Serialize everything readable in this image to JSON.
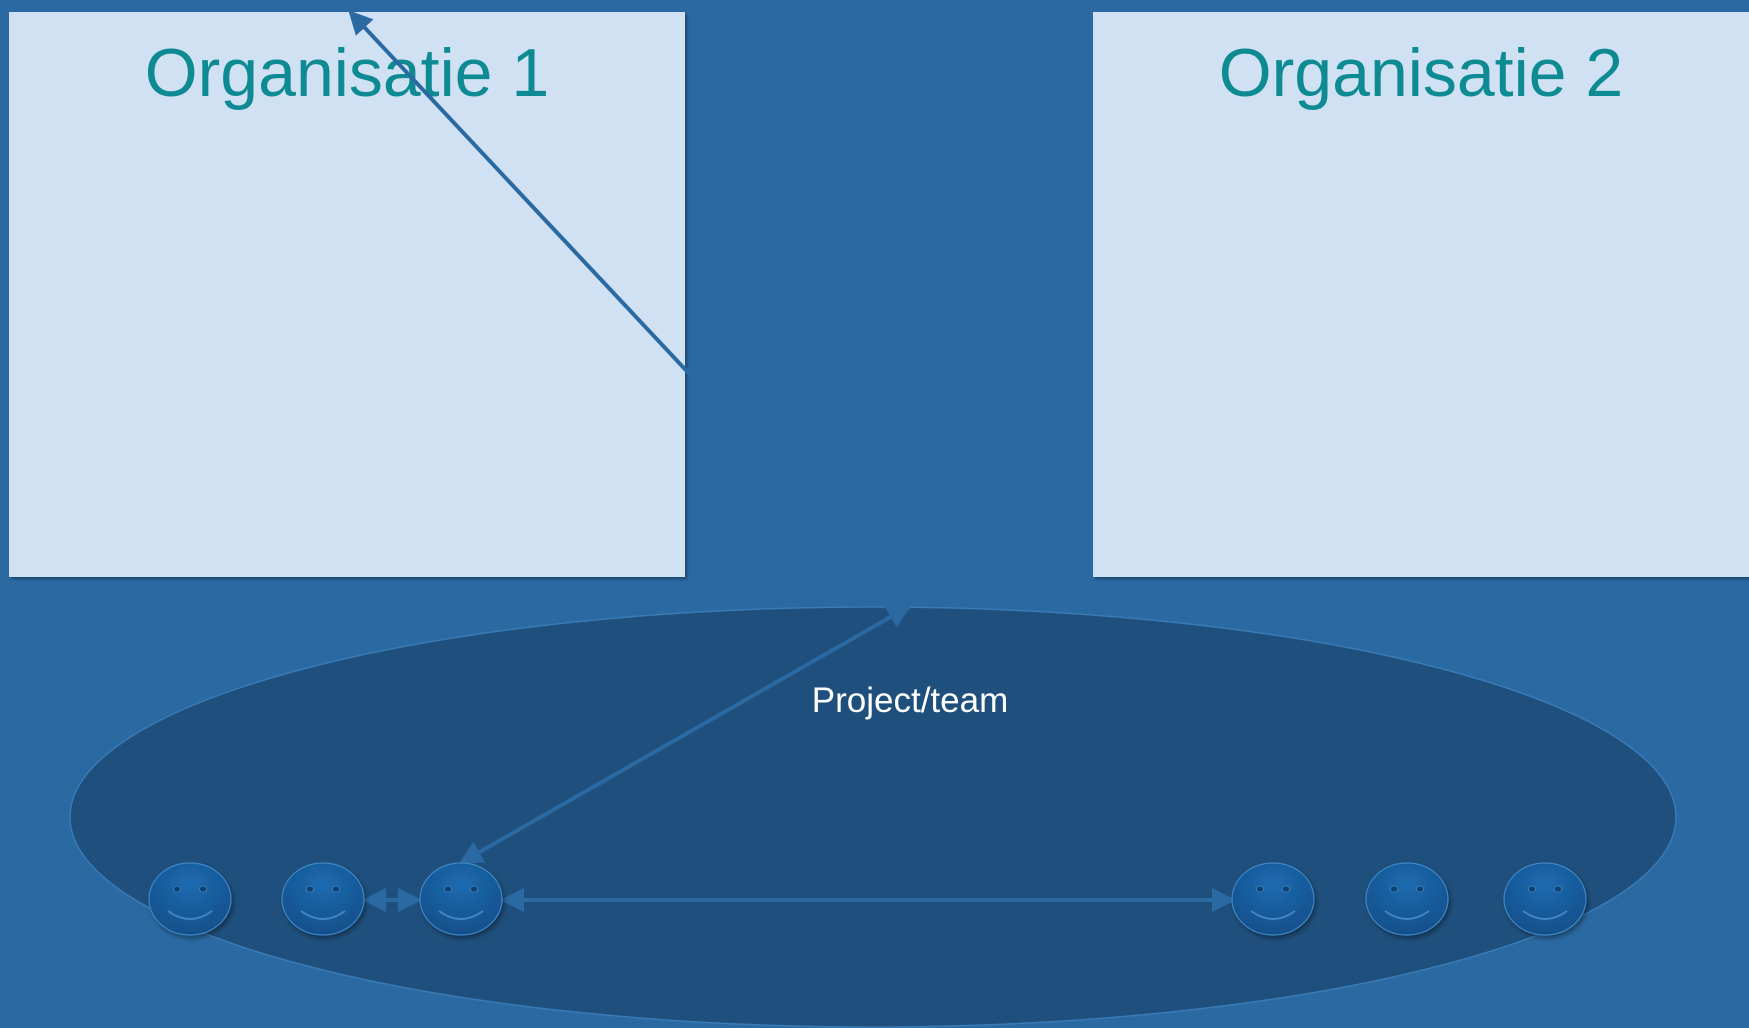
{
  "organisations": [
    {
      "title": "Organisatie 1"
    },
    {
      "title": "Organisatie 2"
    }
  ],
  "team": {
    "label": "Project/team",
    "member_icon": "smiley-face-icon",
    "member_count": 6
  },
  "colors": {
    "background": "#2a69a2",
    "org_box": "#cfe1f3",
    "org_title": "#0e8a92",
    "team_ellipse": "#1f4f7c",
    "connector": "#2a69a2",
    "team_label": "#ffffff"
  }
}
